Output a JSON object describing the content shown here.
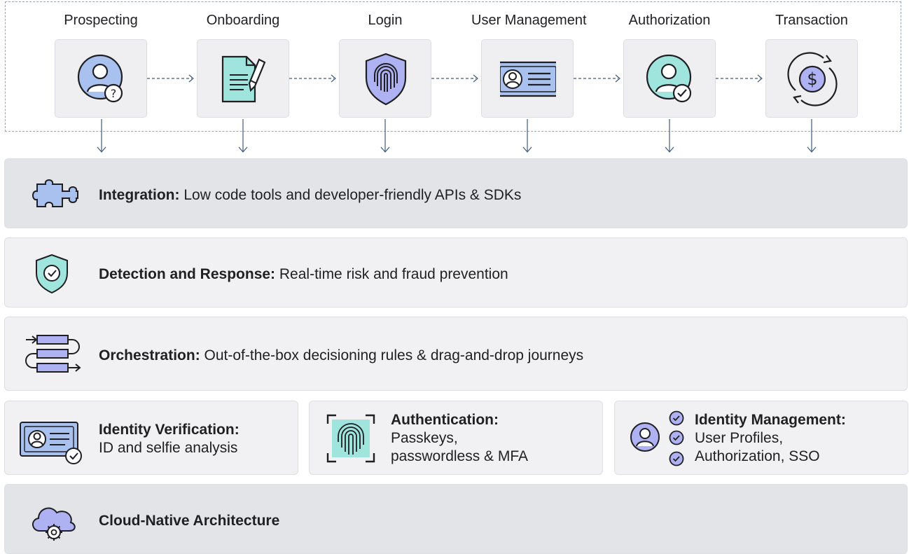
{
  "stages": [
    {
      "label": "Prospecting",
      "icon": "user-question-icon"
    },
    {
      "label": "Onboarding",
      "icon": "document-pen-icon"
    },
    {
      "label": "Login",
      "icon": "fingerprint-shield-icon"
    },
    {
      "label": "User Management",
      "icon": "id-card-icon"
    },
    {
      "label": "Authorization",
      "icon": "user-check-icon"
    },
    {
      "label": "Transaction",
      "icon": "dollar-cycle-icon"
    }
  ],
  "layers": {
    "integration": {
      "title": "Integration:",
      "desc": " Low code tools and developer-friendly APIs & SDKs",
      "icon": "puzzle-icon"
    },
    "detection": {
      "title": "Detection and Response:",
      "desc": " Real-time risk and fraud prevention",
      "icon": "shield-check-icon"
    },
    "orchestration": {
      "title": "Orchestration:",
      "desc": " Out-of-the-box decisioning rules & drag-and-drop journeys",
      "icon": "flow-icon"
    },
    "cloud": {
      "title": "Cloud-Native Architecture",
      "icon": "cloud-gear-icon"
    }
  },
  "cards": {
    "identity_verification": {
      "title": "Identity Verification:",
      "line1": "ID and selfie analysis",
      "icon": "id-card-check-icon"
    },
    "authentication": {
      "title": "Authentication:",
      "line1": "Passkeys,",
      "line2": "passwordless & MFA",
      "icon": "fingerprint-scan-icon"
    },
    "identity_management": {
      "title": "Identity Management:",
      "line1": "User Profiles,",
      "line2": "Authorization, SSO",
      "icon": "user-icon"
    }
  },
  "colors": {
    "blue": "#a9c1ee",
    "purple": "#aeb2f3",
    "teal": "#9fe5de",
    "line": "#3d5a80",
    "stroke": "#1f1f24"
  }
}
